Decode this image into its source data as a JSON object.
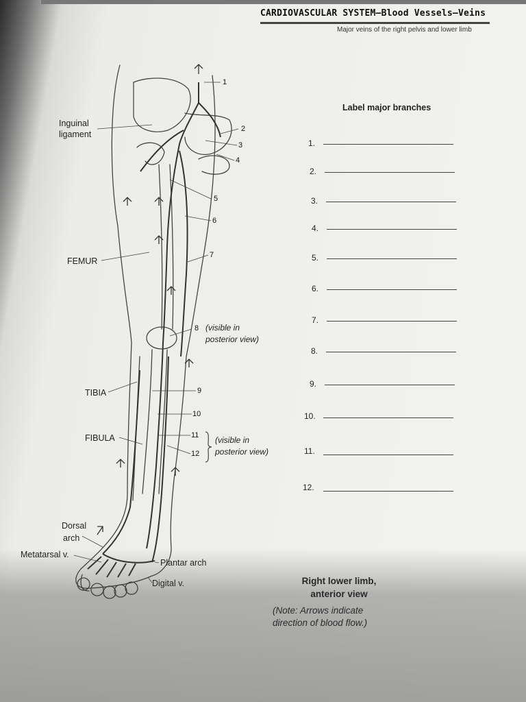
{
  "header": {
    "title": "CARDIOVASCULAR SYSTEM—Blood Vessels—Veins",
    "subtitle": "Major veins of the right pelvis and lower limb"
  },
  "diagram_labels": {
    "inguinal": "Inguinal",
    "ligament": "ligament",
    "femur": "FEMUR",
    "tibia": "TIBIA",
    "fibula": "FIBULA",
    "dorsal": "Dorsal",
    "arch": "arch",
    "metatarsal": "Metatarsal v.",
    "plantar_arch": "Plantar arch",
    "digital": "Digital v."
  },
  "callouts": [
    "1",
    "2",
    "3",
    "4",
    "5",
    "6",
    "7",
    "8",
    "9",
    "10",
    "11",
    "12"
  ],
  "annotations": {
    "visible_8_line1": "(visible in",
    "visible_8_line2": "posterior view)",
    "visible_11_line1": "(visible in",
    "visible_11_line2": "posterior view)"
  },
  "answers": {
    "heading": "Label major branches",
    "items": [
      "1.",
      "2.",
      "3.",
      "4.",
      "5.",
      "6.",
      "7.",
      "8.",
      "9.",
      "10.",
      "11.",
      "12."
    ]
  },
  "caption": {
    "line1": "Right lower limb,",
    "line2": "anterior view",
    "note_line1": "(Note: Arrows indicate",
    "note_line2": "direction of blood flow.)"
  }
}
